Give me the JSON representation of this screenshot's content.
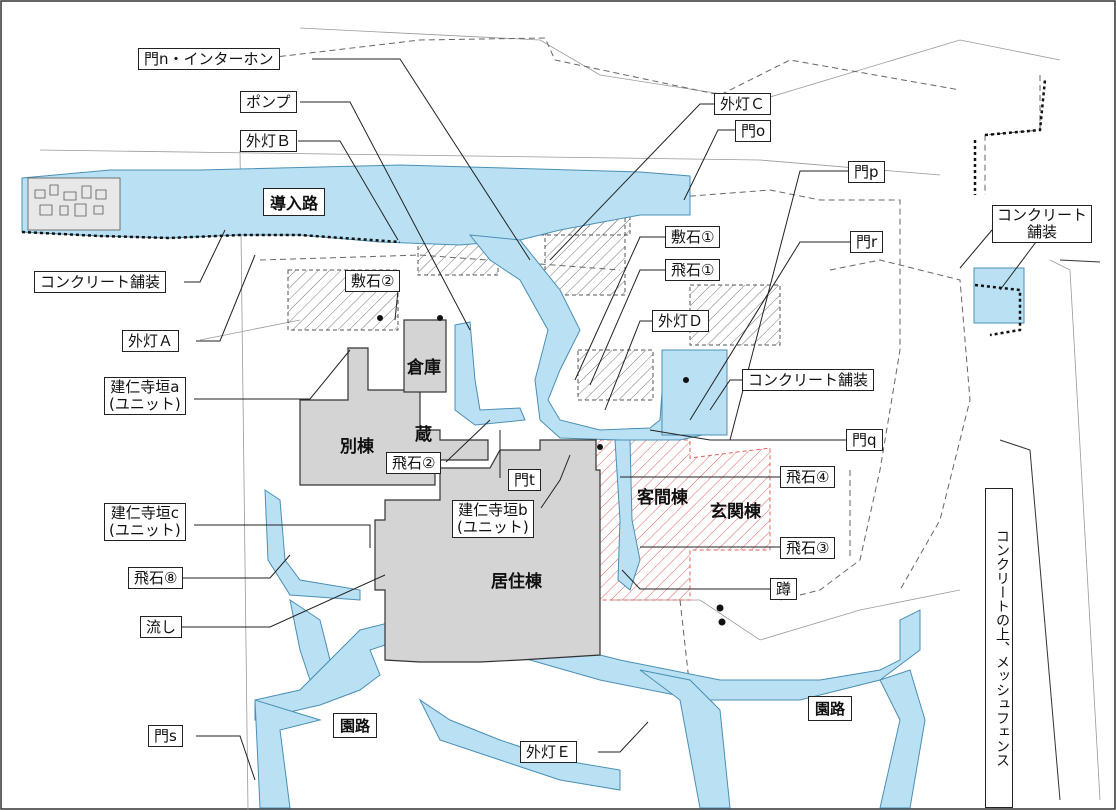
{
  "labels": {
    "gate_n": "門n・インターホン",
    "pump": "ポンプ",
    "light_b": "外灯Ｂ",
    "light_c": "外灯Ｃ",
    "gate_o": "門o",
    "gate_p": "門p",
    "gate_r": "門r",
    "concrete_right": "コンクリート\n舗装",
    "pave_stone_1": "敷石①",
    "stepping_1": "飛石①",
    "light_d": "外灯Ｄ",
    "concrete_mid": "コンクリート舗装",
    "gate_q": "門q",
    "stepping_4": "飛石④",
    "stepping_3": "飛石③",
    "tsukubai": "蹲",
    "concrete_left": "コンクリート舗装",
    "light_a": "外灯Ａ",
    "kenninji_a": "建仁寺垣a\n(ユニット)",
    "pave_stone_2": "敷石②",
    "stepping_2": "飛石②",
    "gate_t": "門t",
    "kenninji_b": "建仁寺垣b\n(ユニット)",
    "kenninji_c": "建仁寺垣c\n(ユニット)",
    "stepping_8": "飛石⑧",
    "sink": "流し",
    "gate_s": "門s",
    "light_e": "外灯Ｅ"
  },
  "areas": {
    "entrance_road": "導入路",
    "storehouse": "倉庫",
    "annex": "別棟",
    "kura": "蔵",
    "guest_wing": "客間棟",
    "entrance_wing": "玄関棟",
    "residence": "居住棟",
    "garden_path_left": "園路",
    "garden_path_right": "園路"
  },
  "fence_note": "コンクリートの上、メッシュフェンス",
  "colors": {
    "paving_blue": "#b9e1f3",
    "building_gray": "#d4d4d4",
    "hatch_red": "#e06060",
    "line": "#222222"
  }
}
